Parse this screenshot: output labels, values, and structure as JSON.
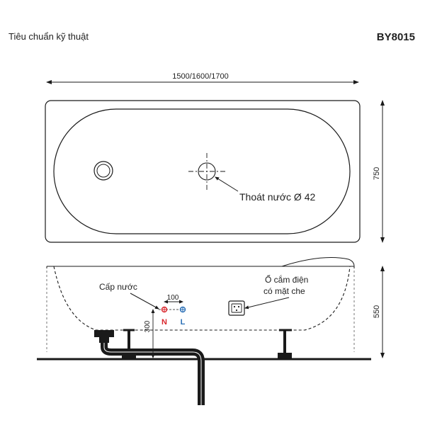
{
  "header": {
    "title": "Tiêu chuẩn kỹ thuật",
    "model": "BY8015"
  },
  "dimensions": {
    "length": "1500/1600/1700",
    "width": "750",
    "height": "550",
    "supply_spacing": "100",
    "supply_height": "300"
  },
  "labels": {
    "drain": "Thoát nước Ø 42",
    "water_supply": "Cấp nước",
    "outlet_line1": "Ổ cắm điện",
    "outlet_line2": "có mặt che",
    "neutral": "N",
    "live": "L"
  },
  "colors": {
    "line": "#1a1a1a",
    "neutral_marker": "#d9262c",
    "live_marker": "#2a6fb6"
  }
}
